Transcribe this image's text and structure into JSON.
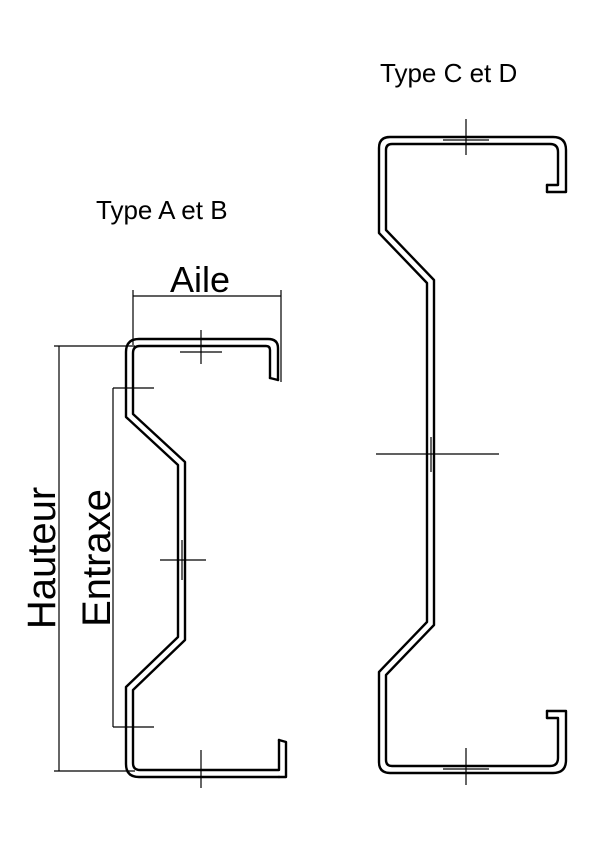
{
  "labels": {
    "type_ab": "Type A et B",
    "type_cd": "Type C et D",
    "aile": "Aile",
    "hauteur": "Hauteur",
    "entraxe": "Entraxe"
  },
  "colors": {
    "line": "#000000",
    "background": "#ffffff"
  }
}
